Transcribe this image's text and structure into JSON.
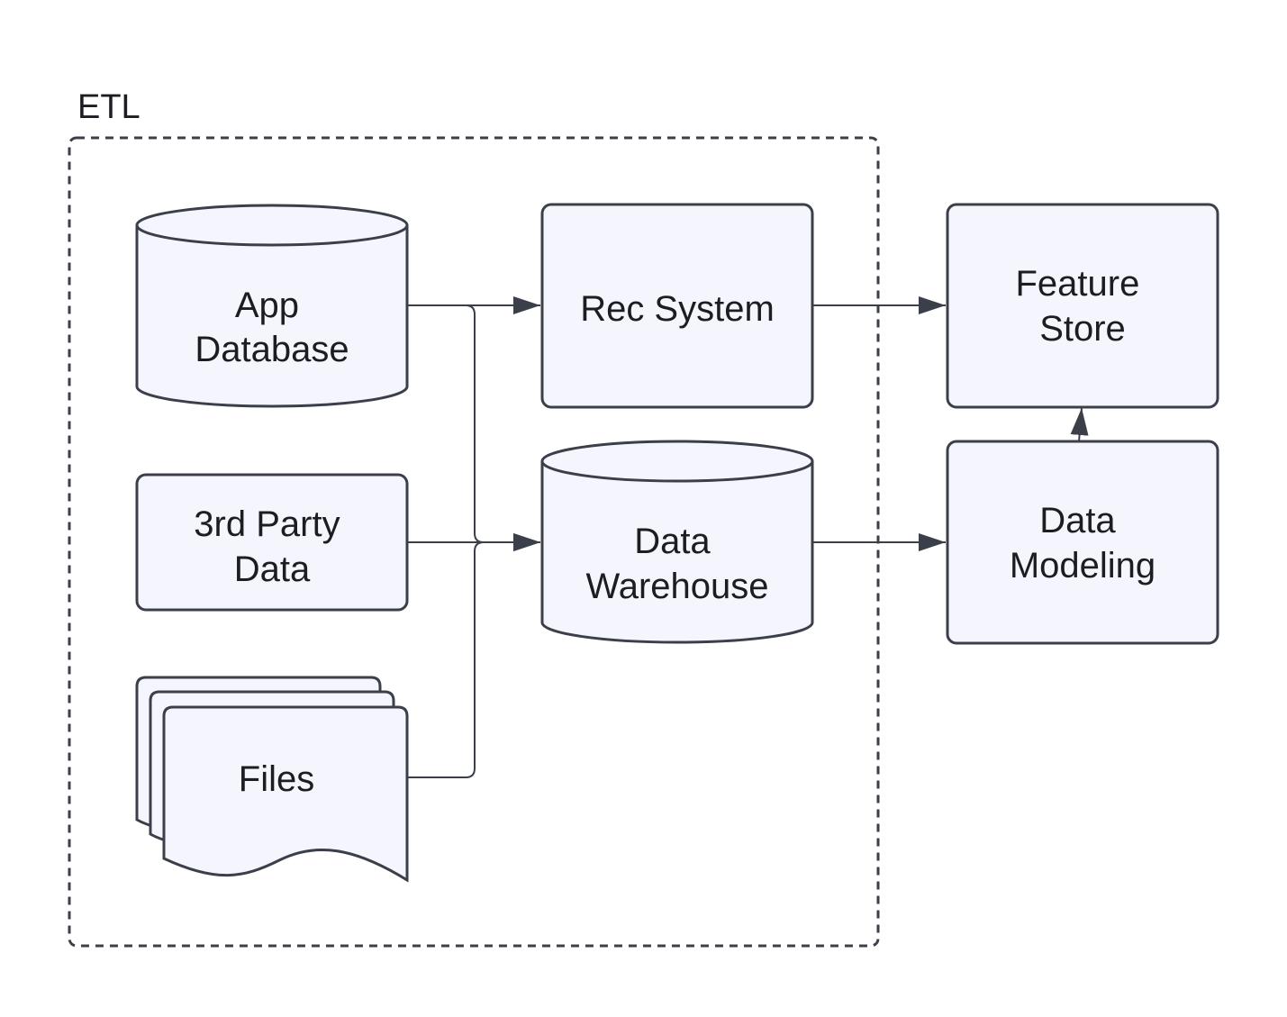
{
  "group": {
    "label": "ETL"
  },
  "nodes": {
    "app_database": {
      "lines": [
        "App",
        "Database"
      ]
    },
    "third_party": {
      "lines": [
        "3rd Party",
        "Data"
      ]
    },
    "files": {
      "lines": [
        "Files"
      ]
    },
    "rec_system": {
      "lines": [
        "Rec System"
      ]
    },
    "data_warehouse": {
      "lines": [
        "Data",
        "Warehouse"
      ]
    },
    "feature_store": {
      "lines": [
        "Feature",
        "Store"
      ]
    },
    "data_modeling": {
      "lines": [
        "Data",
        "Modeling"
      ]
    }
  },
  "edges": [
    {
      "from": "app_database",
      "to": "rec_system"
    },
    {
      "from": "app_database",
      "to": "data_warehouse"
    },
    {
      "from": "third_party",
      "to": "data_warehouse"
    },
    {
      "from": "files",
      "to": "data_warehouse"
    },
    {
      "from": "rec_system",
      "to": "feature_store"
    },
    {
      "from": "data_warehouse",
      "to": "data_modeling"
    },
    {
      "from": "data_modeling",
      "to": "feature_store"
    }
  ],
  "colors": {
    "fill": "#f5f6fd",
    "stroke": "#3b3f4a",
    "text": "#1c1d22"
  }
}
